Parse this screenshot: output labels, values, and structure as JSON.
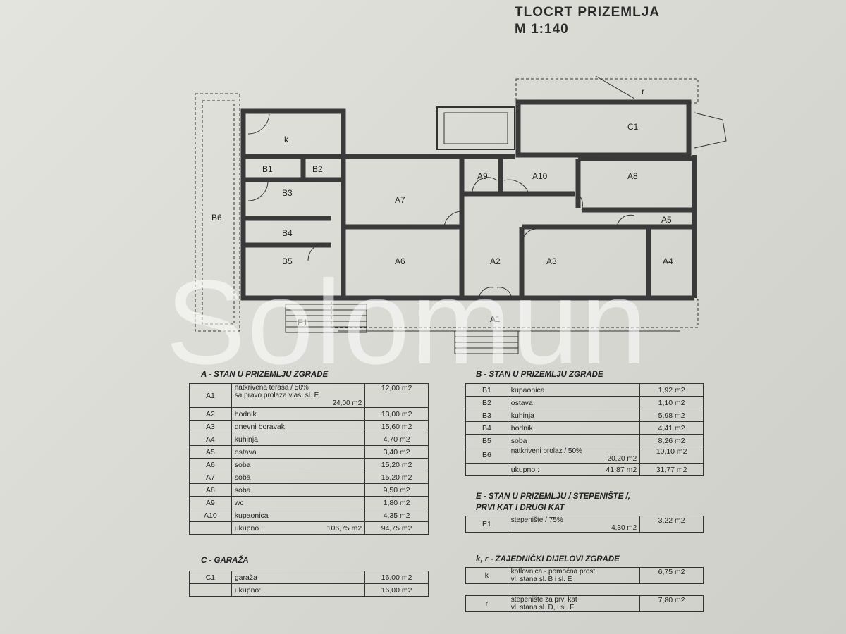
{
  "title": {
    "line1": "TLOCRT PRIZEMLJA",
    "line2": "M 1:140"
  },
  "watermark": "Solomun",
  "rooms": {
    "k": "k",
    "b1": "B1",
    "b2": "B2",
    "b3": "B3",
    "b4": "B4",
    "b5": "B5",
    "b6": "B6",
    "a1": "A1",
    "a2": "A2",
    "a3": "A3",
    "a4": "A4",
    "a5": "A5",
    "a6": "A6",
    "a7": "A7",
    "a8": "A8",
    "a9": "A9",
    "a10": "A10",
    "c1": "C1",
    "e1": "E1",
    "r": "r"
  },
  "sections": {
    "a": "A - STAN U PRIZEMLJU ZGRADE",
    "b": "B - STAN U PRIZEMLJU ZGRADE",
    "c": "C - GARAŽA",
    "e_line1": "E - STAN U PRIZEMLJU / STEPENIŠTE /,",
    "e_line2": "PRVI KAT I DRUGI KAT",
    "kr": "k, r - ZAJEDNIČKI DIJELOVI ZGRADE"
  },
  "table_a": {
    "first": {
      "code": "A1",
      "name": "natkrivena terasa / 50%",
      "name2": "sa pravo prolaza vlas. sl. E",
      "sub": "24,00 m2",
      "area": "12,00 m2"
    },
    "rows": [
      {
        "code": "A2",
        "name": "hodnik",
        "area": "13,00 m2"
      },
      {
        "code": "A3",
        "name": "dnevni boravak",
        "area": "15,60 m2"
      },
      {
        "code": "A4",
        "name": "kuhinja",
        "area": "4,70 m2"
      },
      {
        "code": "A5",
        "name": "ostava",
        "area": "3,40 m2"
      },
      {
        "code": "A6",
        "name": "soba",
        "area": "15,20 m2"
      },
      {
        "code": "A7",
        "name": "soba",
        "area": "15,20 m2"
      },
      {
        "code": "A8",
        "name": "soba",
        "area": "9,50 m2"
      },
      {
        "code": "A9",
        "name": "wc",
        "area": "1,80 m2"
      },
      {
        "code": "A10",
        "name": "kupaonica",
        "area": "4,35 m2"
      }
    ],
    "total": {
      "label": "ukupno :",
      "gross": "106,75 m2",
      "net": "94,75 m2"
    }
  },
  "table_b": {
    "rows": [
      {
        "code": "B1",
        "name": "kupaonica",
        "area": "1,92 m2"
      },
      {
        "code": "B2",
        "name": "ostava",
        "area": "1,10 m2"
      },
      {
        "code": "B3",
        "name": "kuhinja",
        "area": "5,98 m2"
      },
      {
        "code": "B4",
        "name": "hodnik",
        "area": "4,41 m2"
      },
      {
        "code": "B5",
        "name": "soba",
        "area": "8,26 m2"
      }
    ],
    "b6": {
      "code": "B6",
      "name": "natkriveni prolaz / 50%",
      "sub": "20,20 m2",
      "area": "10,10 m2"
    },
    "total": {
      "label": "ukupno :",
      "gross": "41,87 m2",
      "net": "31,77 m2"
    }
  },
  "table_c": {
    "row": {
      "code": "C1",
      "name": "garaža",
      "area": "16,00 m2"
    },
    "total": {
      "label": "ukupno:",
      "area": "16,00 m2"
    }
  },
  "table_e": {
    "row": {
      "code": "E1",
      "name": "stepenište / 75%",
      "sub": "4,30 m2",
      "area": "3,22 m2"
    }
  },
  "table_k": {
    "code": "k",
    "line1": "kotlovnica - pomoćna prost.",
    "line2": "vl. stana sl. B i sl. E",
    "area": "6,75 m2"
  },
  "table_r": {
    "code": "r",
    "line1": "stepenište za prvi kat",
    "line2": "vl. stana sl. D, i sl. F",
    "area": "7,80 m2"
  }
}
